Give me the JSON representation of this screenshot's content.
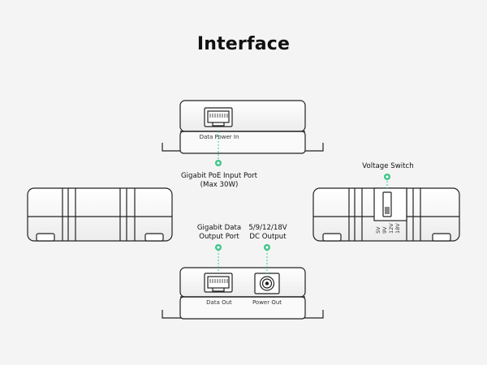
{
  "title": "Interface",
  "callouts": {
    "poe_input": [
      "Gigabit PoE Input Port",
      "(Max 30W)"
    ],
    "voltage_switch": "Voltage Switch",
    "data_output": [
      "Gigabit Data",
      "Output Port"
    ],
    "dc_output": [
      "5/9/12/18V",
      "DC Output"
    ]
  },
  "port_labels": {
    "data_power_in": "Data Power In",
    "data_out": "Data Out",
    "power_out": "Power Out"
  },
  "voltage_options": [
    "5V",
    "9V",
    "12V",
    "18V"
  ],
  "colors": {
    "accent": "#3cc68a",
    "outline": "#222222",
    "background": "#f4f4f4"
  }
}
